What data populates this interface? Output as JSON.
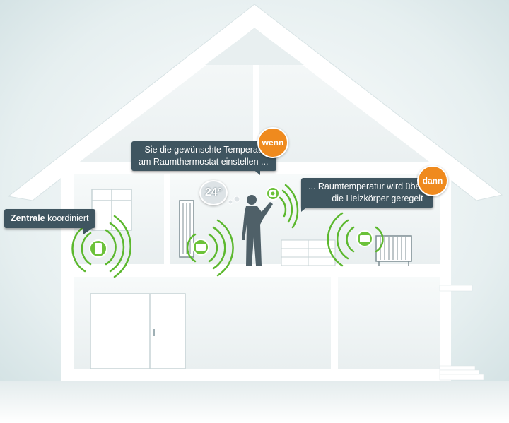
{
  "colors": {
    "sky": "#dbe8ea",
    "wall": "#ffffff",
    "room": "#f1f5f6",
    "callout": "#3f5560",
    "badge": "#ef8a1e",
    "signal": "#5cb82e",
    "device": "#6cc23a",
    "silhouette": "#4f6068"
  },
  "callouts": {
    "central": {
      "bold": "Zentrale",
      "rest": "koordiniert"
    },
    "wenn": {
      "line1": "Sie die gewünschte Temperatur",
      "line2": "am Raumthermostat einstellen ...",
      "badge": "wenn"
    },
    "dann": {
      "line1": "... Raumtemperatur wird über",
      "line2": "die Heizkörper geregelt",
      "badge": "dann"
    }
  },
  "thermostat_display": "24°",
  "icons": [
    "house-icon",
    "window-icon",
    "door-icon",
    "radiator-icon",
    "dresser-icon",
    "person-icon",
    "thermostat-icon",
    "signal-icon"
  ]
}
